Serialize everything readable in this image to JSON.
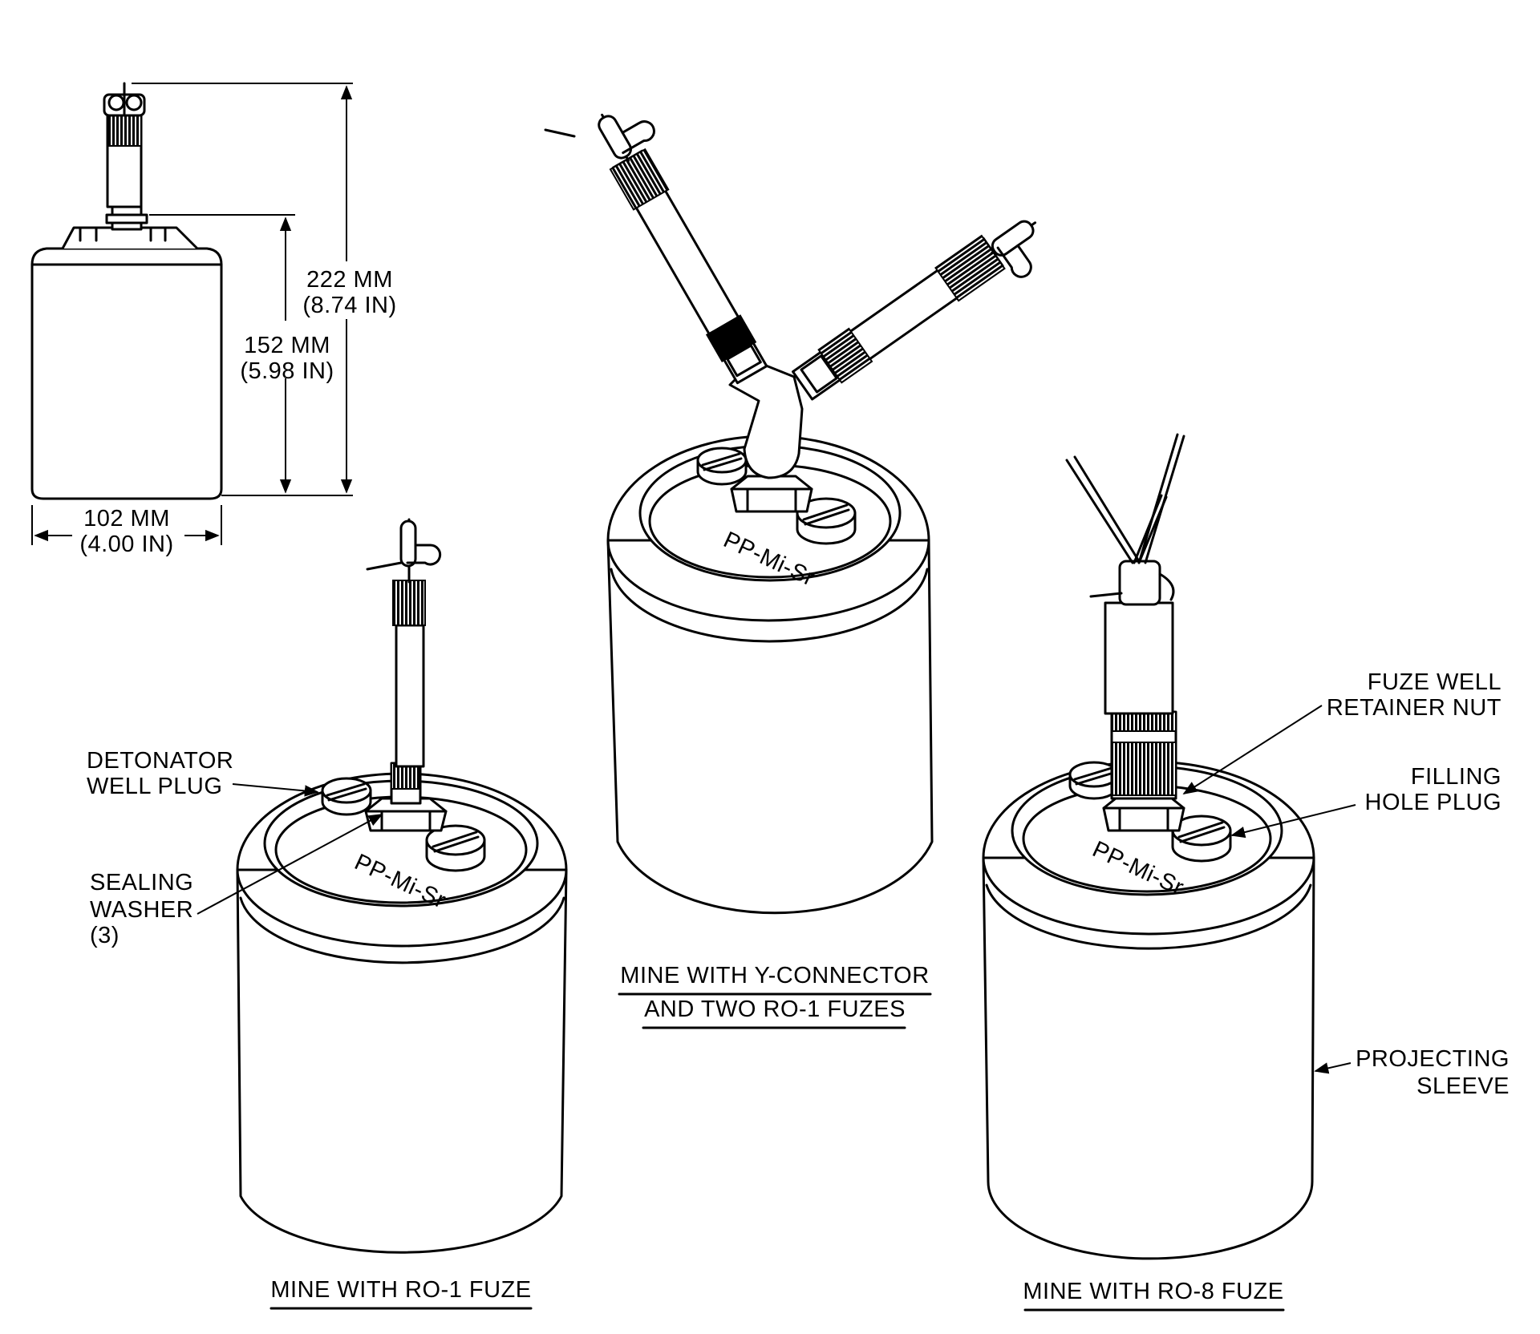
{
  "dimensions": {
    "total_height_mm": "222 MM",
    "total_height_in": "(8.74 IN)",
    "body_height_mm": "152 MM",
    "body_height_in": "(5.98 IN)",
    "width_mm": "102 MM",
    "width_in": "(4.00 IN)"
  },
  "labels": {
    "detonator_well_plug": [
      "DETONATOR",
      "WELL PLUG"
    ],
    "sealing_washer": [
      "SEALING",
      "WASHER",
      "(3)"
    ],
    "fuze_well_retainer_nut": [
      "FUZE WELL",
      "RETAINER NUT"
    ],
    "filling_hole_plug": [
      "FILLING",
      "HOLE PLUG"
    ],
    "projecting_sleeve": [
      "PROJECTING",
      "SLEEVE"
    ],
    "lid_marking": "PP-Mi-Sr"
  },
  "captions": {
    "ro1": "MINE WITH RO-1 FUZE",
    "y_connector": [
      "MINE WITH Y-CONNECTOR",
      "AND TWO RO-1 FUZES"
    ],
    "ro8": "MINE WITH RO-8 FUZE"
  }
}
